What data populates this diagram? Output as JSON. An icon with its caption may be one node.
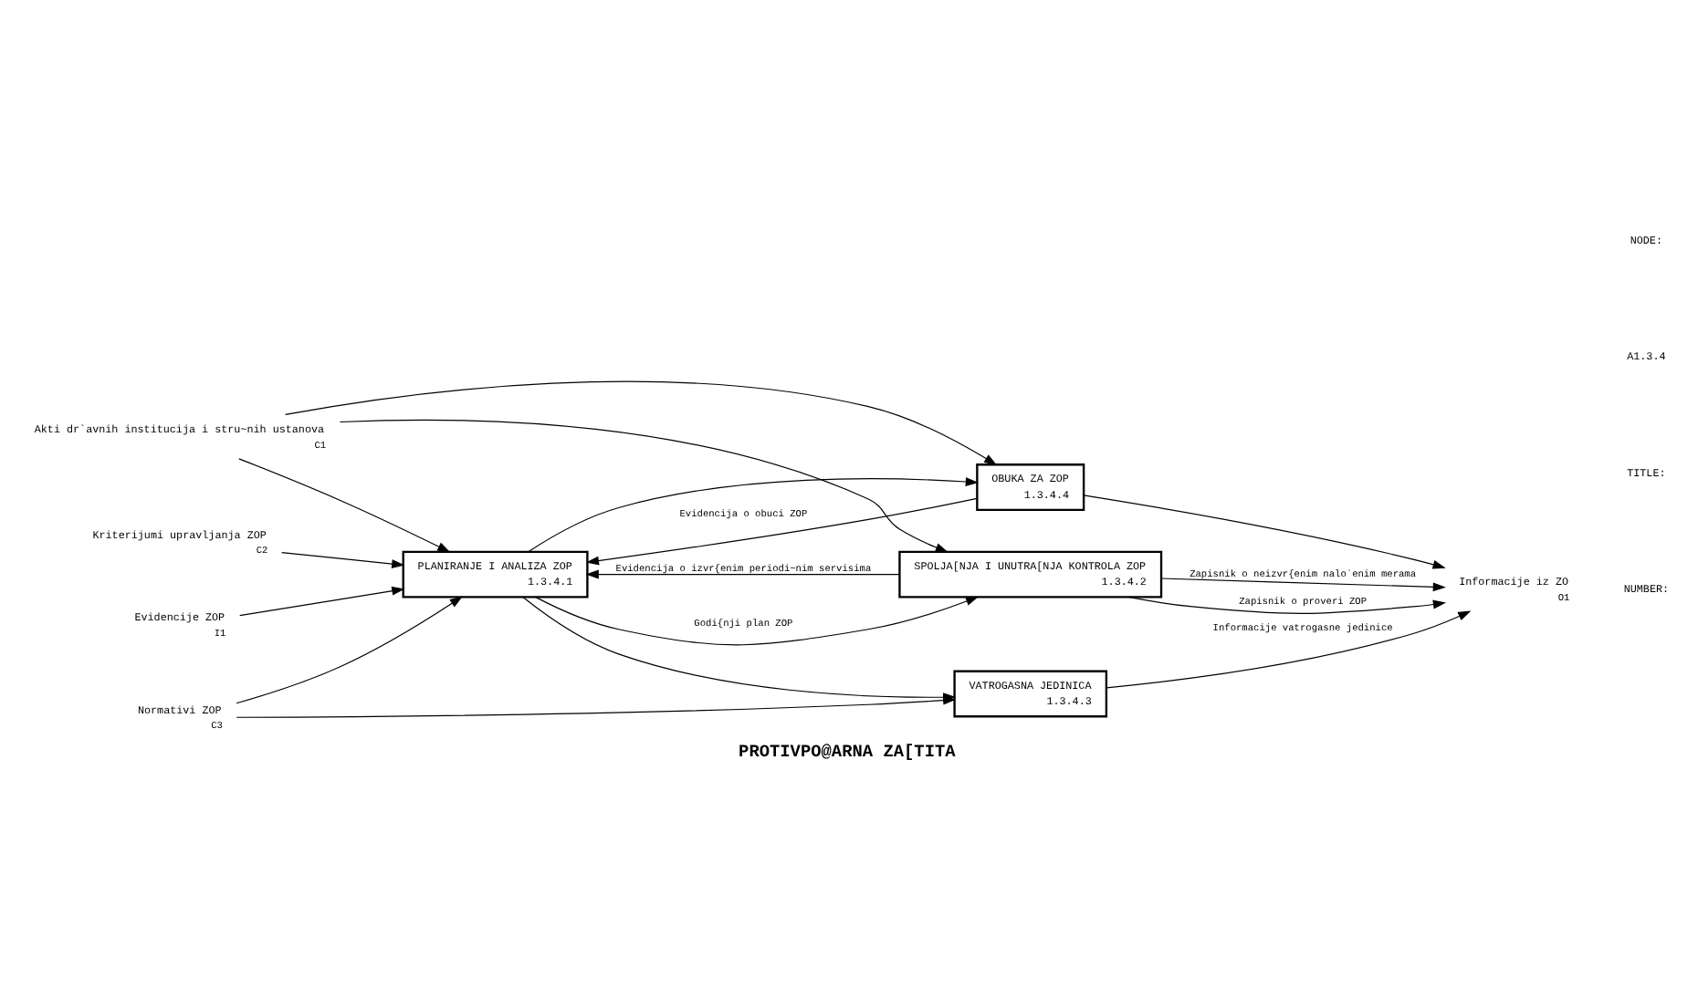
{
  "diagram": {
    "title": "PROTIVPO@ARNA ZA[TITA",
    "nodes": [
      {
        "text": [
          "PLANIRANJE I ANALIZA ZOP",
          "1.3.4.1"
        ]
      },
      {
        "text": [
          "SPOLJA[NJA I UNUTRA[NJA KONTROLA ZOP",
          "1.3.4.2"
        ]
      },
      {
        "text": [
          "VATROGASNA JEDINICA",
          "1.3.4.3"
        ]
      },
      {
        "text": [
          "OBUKA ZA ZOP",
          "1.3.4.4"
        ]
      },
      {
        "text": [
          "Akti dr`avnih institucija i stru~nih ustanova"
        ],
        "beside": [
          "C1"
        ]
      },
      {
        "text": [
          "Kriterijumi upravljanja ZOP"
        ],
        "beside": [
          "C2"
        ]
      },
      {
        "text": [
          "Normativi ZOP"
        ],
        "beside": [
          "C3"
        ]
      },
      {
        "text": [
          "Evidencije ZOP"
        ],
        "beside": [
          "I1"
        ]
      },
      {
        "text": [
          "Informacije iz ZO"
        ],
        "beside": [
          "O1"
        ]
      }
    ],
    "edges": [
      {
        "from": 4,
        "to": 0,
        "arrow": "to"
      },
      {
        "from": 4,
        "to": 1,
        "arrow": "to"
      },
      {
        "from": 4,
        "to": 3,
        "arrow": "to"
      },
      {
        "from": 5,
        "to": 0,
        "arrow": "to"
      },
      {
        "from": 6,
        "to": 0,
        "arrow": "to"
      },
      {
        "from": 6,
        "to": 2,
        "arrow": "to"
      },
      {
        "from": 7,
        "to": 0,
        "arrow": "to"
      },
      {
        "from": 0,
        "to": 1,
        "arrow": "to",
        "label": "Godi{nji plan ZOP"
      },
      {
        "from": 0,
        "to": 2,
        "arrow": "to"
      },
      {
        "from": 0,
        "to": 3,
        "arrow": "to"
      },
      {
        "from": 1,
        "to": 8,
        "arrow": "to",
        "label": "Zapisnik o neizvr{enim nalo`enim merama"
      },
      {
        "from": 1,
        "to": 8,
        "arrow": "to",
        "label": "Zapisnik o proveri ZOP"
      },
      {
        "from": 1,
        "to": 0,
        "arrow": "to",
        "label": "Evidencija o izvr{enim periodi~nim servisima"
      },
      {
        "from": 2,
        "to": 8,
        "arrow": "to",
        "label": "Informacije vatrogasne jedinice"
      },
      {
        "from": 3,
        "to": 8,
        "arrow": "to"
      },
      {
        "from": 3,
        "to": 0,
        "arrow": "to",
        "label": "Evidencija o obuci ZOP"
      }
    ],
    "labels": [
      "NODE:",
      "A1.3.4",
      "TITLE:",
      "NUMBER:"
    ]
  }
}
